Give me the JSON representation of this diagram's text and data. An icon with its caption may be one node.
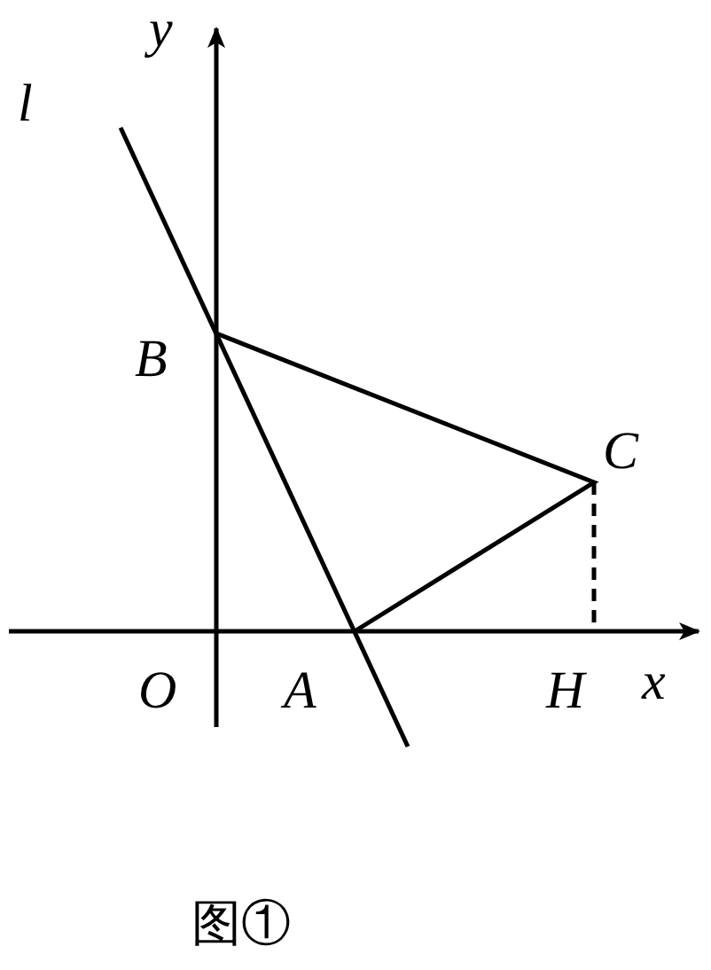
{
  "diagram": {
    "caption": "图①",
    "labels": [
      "y",
      "l",
      "B",
      "C",
      "O",
      "A",
      "H",
      "x"
    ]
  }
}
